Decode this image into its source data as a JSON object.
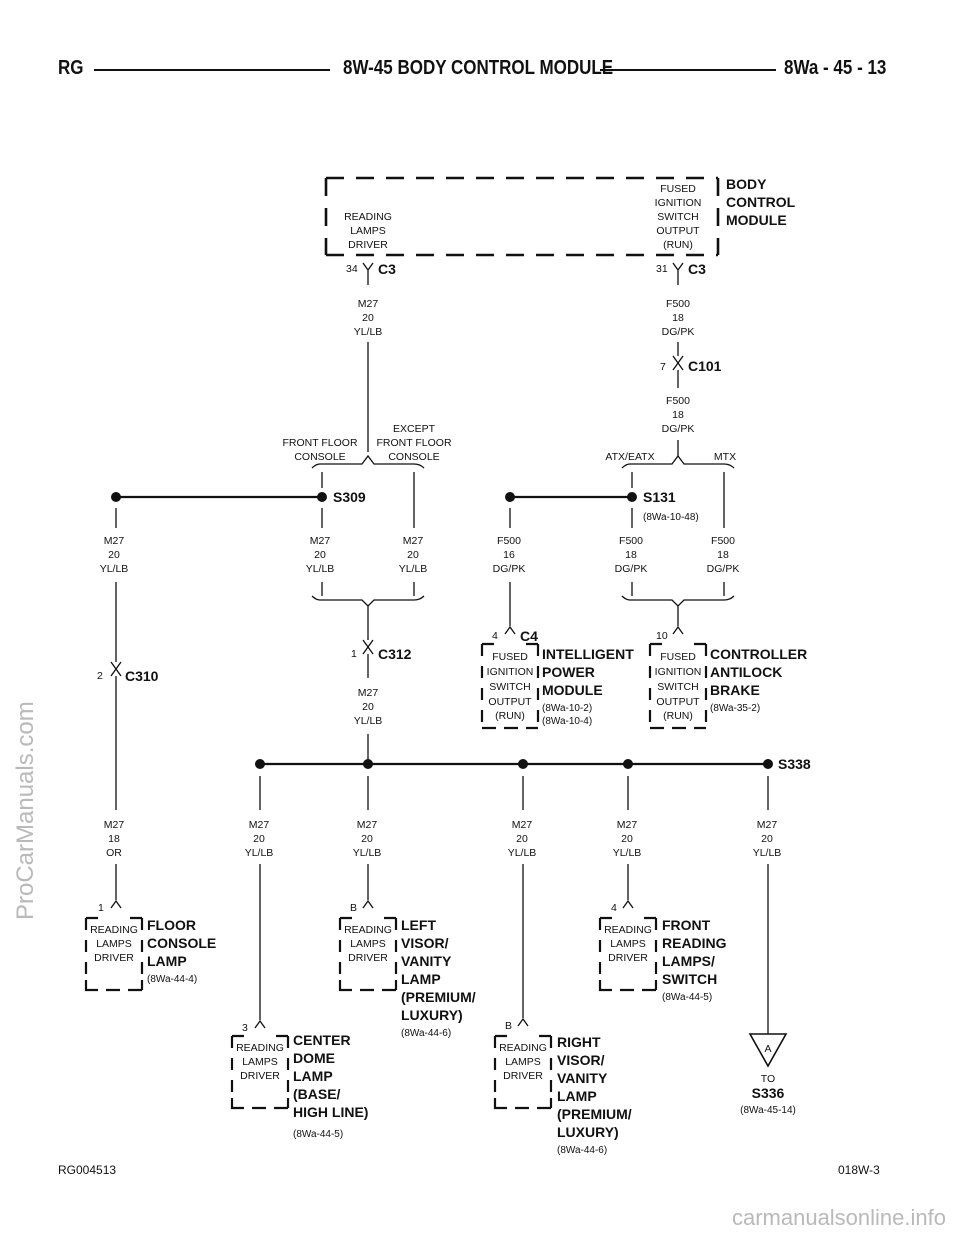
{
  "header": {
    "left": "RG",
    "title": "8W-45 BODY CONTROL MODULE",
    "right": "8Wa - 45 - 13"
  },
  "footer": {
    "left": "RG004513",
    "right": "018W-3"
  },
  "watermarks": {
    "side": "ProCarManuals.com",
    "bottom": "carmanualsonline.info"
  },
  "bcm": {
    "name": [
      "BODY",
      "CONTROL",
      "MODULE"
    ],
    "left_function": [
      "READING",
      "LAMPS",
      "DRIVER"
    ],
    "right_function": [
      "FUSED",
      "IGNITION",
      "SWITCH",
      "OUTPUT",
      "(RUN)"
    ],
    "left_pin": "34",
    "left_conn": "C3",
    "right_pin": "31",
    "right_conn": "C3"
  },
  "wires": {
    "m27_20": [
      "M27",
      "20",
      "YL/LB"
    ],
    "m27_18": [
      "M27",
      "18",
      "OR"
    ],
    "f500_18": [
      "F500",
      "18",
      "DG/PK"
    ],
    "f500_16": [
      "F500",
      "16",
      "DG/PK"
    ]
  },
  "connectors": {
    "c101": {
      "pin": "7",
      "name": "C101"
    },
    "c310": {
      "pin": "2",
      "name": "C310"
    },
    "c312": {
      "pin": "1",
      "name": "C312"
    },
    "c4": {
      "pin": "4",
      "name": "C4"
    },
    "cab": {
      "pin": "10"
    }
  },
  "options": {
    "front_floor": [
      "FRONT FLOOR",
      "CONSOLE"
    ],
    "except_front_floor": [
      "EXCEPT",
      "FRONT FLOOR",
      "CONSOLE"
    ],
    "atx": "ATX/EATX",
    "mtx": "MTX"
  },
  "splices": {
    "s309": {
      "name": "S309"
    },
    "s131": {
      "name": "S131",
      "ref": "(8Wa-10-48)"
    },
    "s338": {
      "name": "S338"
    }
  },
  "components": {
    "ipm": {
      "pin": "4",
      "name": [
        "INTELLIGENT",
        "POWER",
        "MODULE"
      ],
      "refs": [
        "(8Wa-10-2)",
        "(8Wa-10-4)"
      ],
      "function": [
        "FUSED",
        "IGNITION",
        "SWITCH",
        "OUTPUT",
        "(RUN)"
      ]
    },
    "cab": {
      "name": [
        "CONTROLLER",
        "ANTILOCK",
        "BRAKE"
      ],
      "refs": [
        "(8Wa-35-2)"
      ],
      "function": [
        "FUSED",
        "IGNITION",
        "SWITCH",
        "OUTPUT",
        "(RUN)"
      ]
    },
    "floor_console": {
      "pin": "1",
      "name": [
        "FLOOR",
        "CONSOLE",
        "LAMP"
      ],
      "refs": [
        "(8Wa-44-4)"
      ],
      "function": [
        "READING",
        "LAMPS",
        "DRIVER"
      ]
    },
    "left_visor": {
      "pin": "B",
      "name": [
        "LEFT",
        "VISOR/",
        "VANITY",
        "LAMP",
        "(PREMIUM/",
        "LUXURY)"
      ],
      "refs": [
        "(8Wa-44-6)"
      ],
      "function": [
        "READING",
        "LAMPS",
        "DRIVER"
      ]
    },
    "front_reading": {
      "pin": "4",
      "name": [
        "FRONT",
        "READING",
        "LAMPS/",
        "SWITCH"
      ],
      "refs": [
        "(8Wa-44-5)"
      ],
      "function": [
        "READING",
        "LAMPS",
        "DRIVER"
      ]
    },
    "center_dome": {
      "pin": "3",
      "name": [
        "CENTER",
        "DOME",
        "LAMP",
        "(BASE/",
        "HIGH LINE)"
      ],
      "refs": [
        "(8Wa-44-5)"
      ],
      "function": [
        "READING",
        "LAMPS",
        "DRIVER"
      ]
    },
    "right_visor": {
      "pin": "B",
      "name": [
        "RIGHT",
        "VISOR/",
        "VANITY",
        "LAMP",
        "(PREMIUM/",
        "LUXURY)"
      ],
      "refs": [
        "(8Wa-44-6)"
      ],
      "function": [
        "READING",
        "LAMPS",
        "DRIVER"
      ]
    }
  },
  "offpage": {
    "letter": "A",
    "to": "TO",
    "name": "S336",
    "ref": "(8Wa-45-14)"
  }
}
